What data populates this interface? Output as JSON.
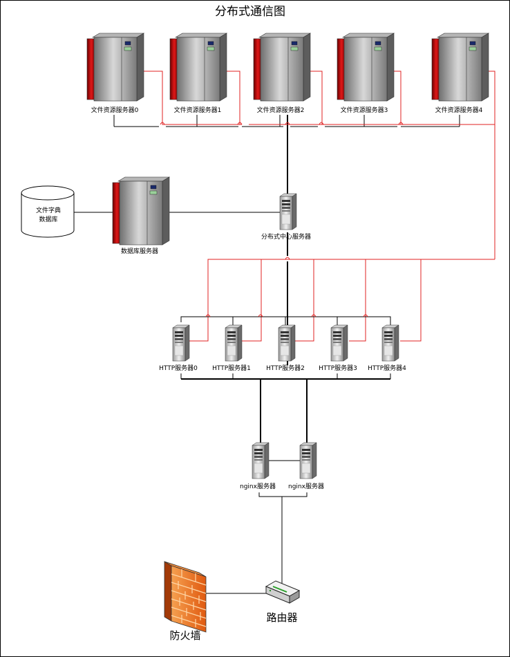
{
  "title": "分布式通信图",
  "file_servers": [
    "文件资源服务器0",
    "文件资源服务器1",
    "文件资源服务器2",
    "文件资源服务器3",
    "文件资源服务器4"
  ],
  "database": {
    "line1": "文件字典",
    "line2": "数据库"
  },
  "db_server_label": "数据库服务器",
  "center_server_label": "分布式中心服务器",
  "http_servers": [
    "HTTP服务器0",
    "HTTP服务器1",
    "HTTP服务器2",
    "HTTP服务器3",
    "HTTP服务器4"
  ],
  "nginx_servers": [
    "nginx服务器",
    "nginx服务器"
  ],
  "router_label": "路由器",
  "firewall_label": "防火墙",
  "colors": {
    "red_link": "#e02020",
    "black_link": "#000000",
    "server_red": "#c81414"
  }
}
